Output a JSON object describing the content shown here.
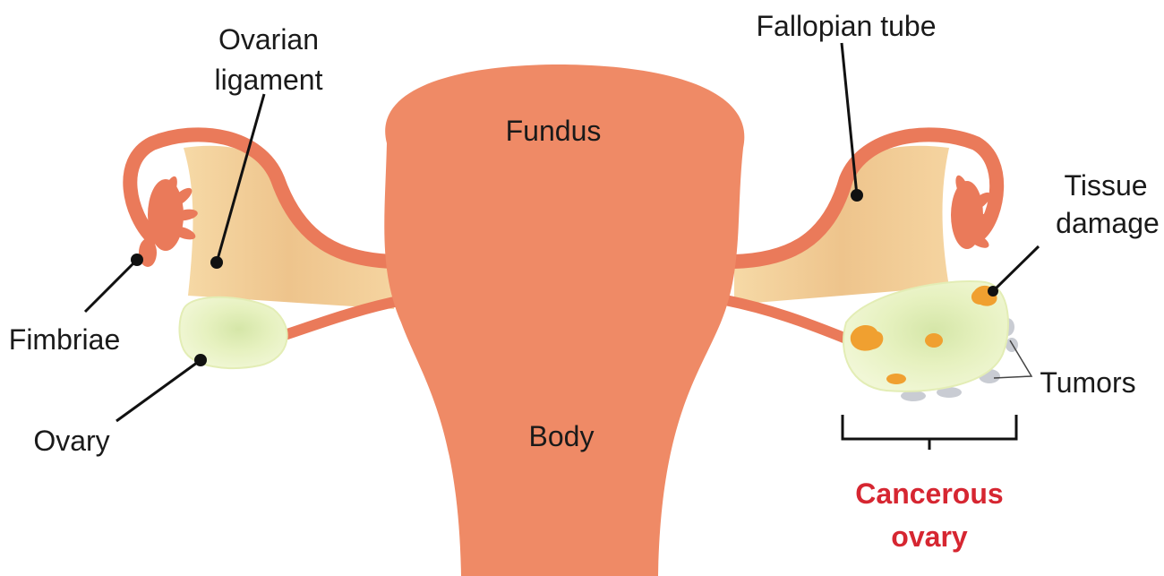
{
  "labels": {
    "ovarian_ligament_1": "Ovarian",
    "ovarian_ligament_2": "ligament",
    "fundus": "Fundus",
    "fallopian_tube": "Fallopian tube",
    "tissue_damage_1": "Tissue",
    "tissue_damage_2": "damage",
    "fimbriae": "Fimbriae",
    "ovary": "Ovary",
    "body": "Body",
    "tumors": "Tumors",
    "cancerous_ovary_1": "Cancerous",
    "cancerous_ovary_2": "ovary"
  },
  "colors": {
    "uterus": "#ef8a66",
    "tube": "#ea7a5a",
    "ligament": "#f3cf98",
    "ovary": "#eaf3c4",
    "damage": "#f0a030",
    "tumor": "#c9ccd3",
    "accent": "#d62631"
  }
}
